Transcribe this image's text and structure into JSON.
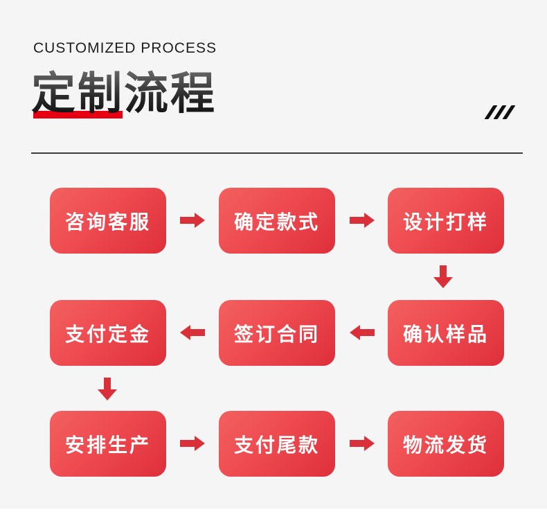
{
  "page": {
    "background_color": "#f5f5f5",
    "bottom_strip_color": "#ffffff"
  },
  "header": {
    "eyebrow": "CUSTOMIZED PROCESS",
    "title": "定制流程",
    "underline_color": "#e60012",
    "slash_decoration_color": "#0f0f0f",
    "divider_color": "#3b3b3b"
  },
  "flow": {
    "box_gradient_start": "#f2605f",
    "box_gradient_end": "#de2f3a",
    "box_text_color": "#ffffff",
    "arrow_color": "#d93039",
    "rows": [
      {
        "direction": "right",
        "boxes": [
          "咨询客服",
          "确定款式",
          "设计打样"
        ]
      },
      {
        "direction": "left",
        "boxes": [
          "支付定金",
          "签订合同",
          "确认样品"
        ]
      },
      {
        "direction": "right",
        "boxes": [
          "安排生产",
          "支付尾款",
          "物流发货"
        ]
      }
    ],
    "sequence": [
      "咨询客服",
      "确定款式",
      "设计打样",
      "确认样品",
      "签订合同",
      "支付定金",
      "安排生产",
      "支付尾款",
      "物流发货"
    ]
  }
}
